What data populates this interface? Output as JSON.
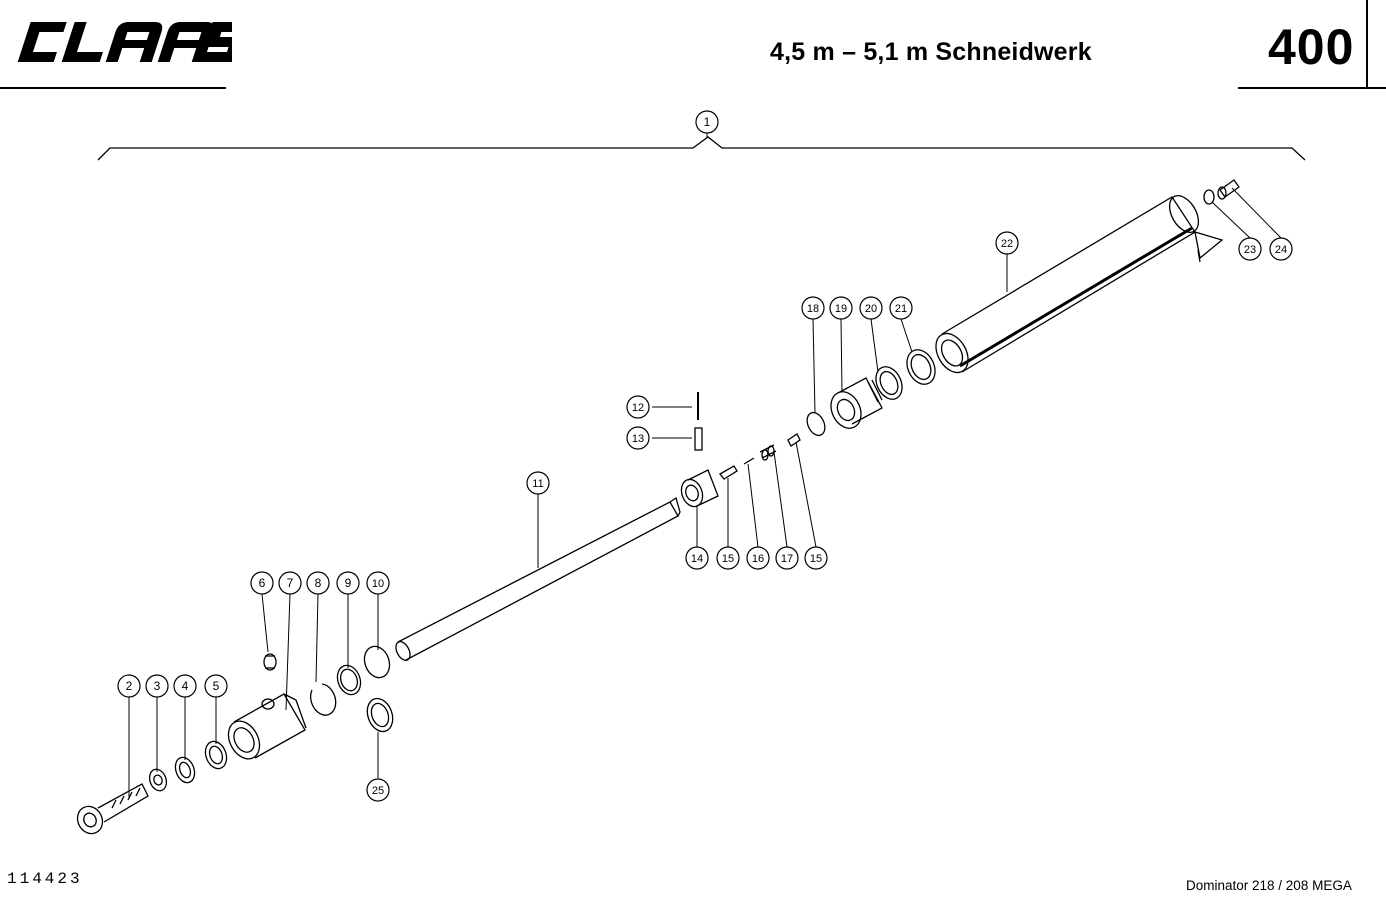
{
  "header": {
    "brand": "CLAAS",
    "title": "4,5 m – 5,1 m Schneidwerk",
    "page_number": "400"
  },
  "footer": {
    "document_number": "114423",
    "model": "Dominator 218 / 208 MEGA"
  },
  "callouts": [
    "1",
    "2",
    "3",
    "4",
    "5",
    "6",
    "7",
    "8",
    "9",
    "10",
    "11",
    "12",
    "13",
    "14",
    "15",
    "15",
    "16",
    "17",
    "18",
    "19",
    "20",
    "21",
    "22",
    "23",
    "24",
    "25"
  ]
}
